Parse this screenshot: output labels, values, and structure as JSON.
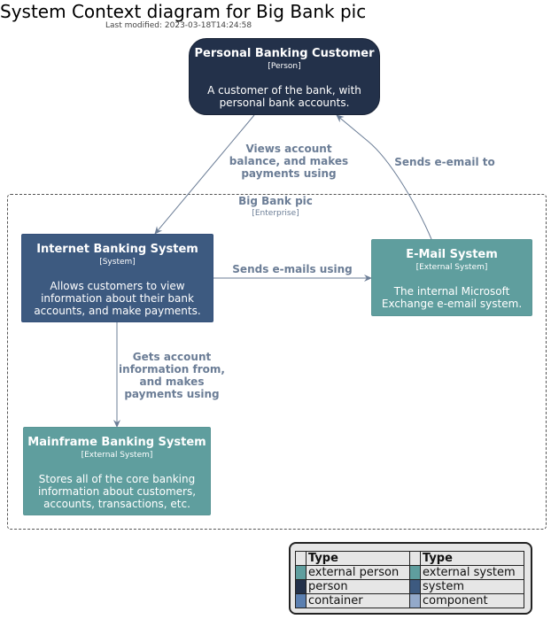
{
  "title": "System Context diagram for Big Bank pic",
  "last_modified": "Last modified: 2023-03-18T14:24:58",
  "nodes": {
    "customer": {
      "title": "Personal Banking Customer",
      "type": "[Person]",
      "description": "A customer of the bank, with\npersonal bank accounts."
    },
    "internet_banking": {
      "title": "Internet Banking System",
      "type": "[System]",
      "description": "Allows customers to view\ninformation about their bank\naccounts, and make payments."
    },
    "email": {
      "title": "E-Mail System",
      "type": "[External System]",
      "description": "The internal Microsoft\nExchange e-email system."
    },
    "mainframe": {
      "title": "Mainframe Banking System",
      "type": "[External System]",
      "description": "Stores all of the core banking\ninformation about customers,\naccounts, transactions, etc."
    }
  },
  "boundary": {
    "title": "Big Bank pic",
    "type": "[Enterprise]"
  },
  "relations": {
    "views": "Views account\nbalance, and makes\npayments using",
    "sends_email_to": "Sends e-email to",
    "sends_emails_using": "Sends e-mails using",
    "gets_account": "Gets account\ninformation from,\nand makes\npayments using"
  },
  "legend": {
    "header_left": "Type",
    "header_right": "Type",
    "rows": [
      {
        "left_label": "external person",
        "left_color": "#5f9e9e",
        "right_label": "external system",
        "right_color": "#5f9e9e"
      },
      {
        "left_label": "person",
        "left_color": "#23314a",
        "right_label": "system",
        "right_color": "#3d5a80"
      },
      {
        "left_label": "container",
        "left_color": "#5b7fb0",
        "right_label": "component",
        "right_color": "#93a9ca"
      }
    ]
  },
  "colors": {
    "person": "#23314a",
    "system": "#3d5a80",
    "external_system": "#5f9e9e",
    "relation": "#6b7d96"
  }
}
